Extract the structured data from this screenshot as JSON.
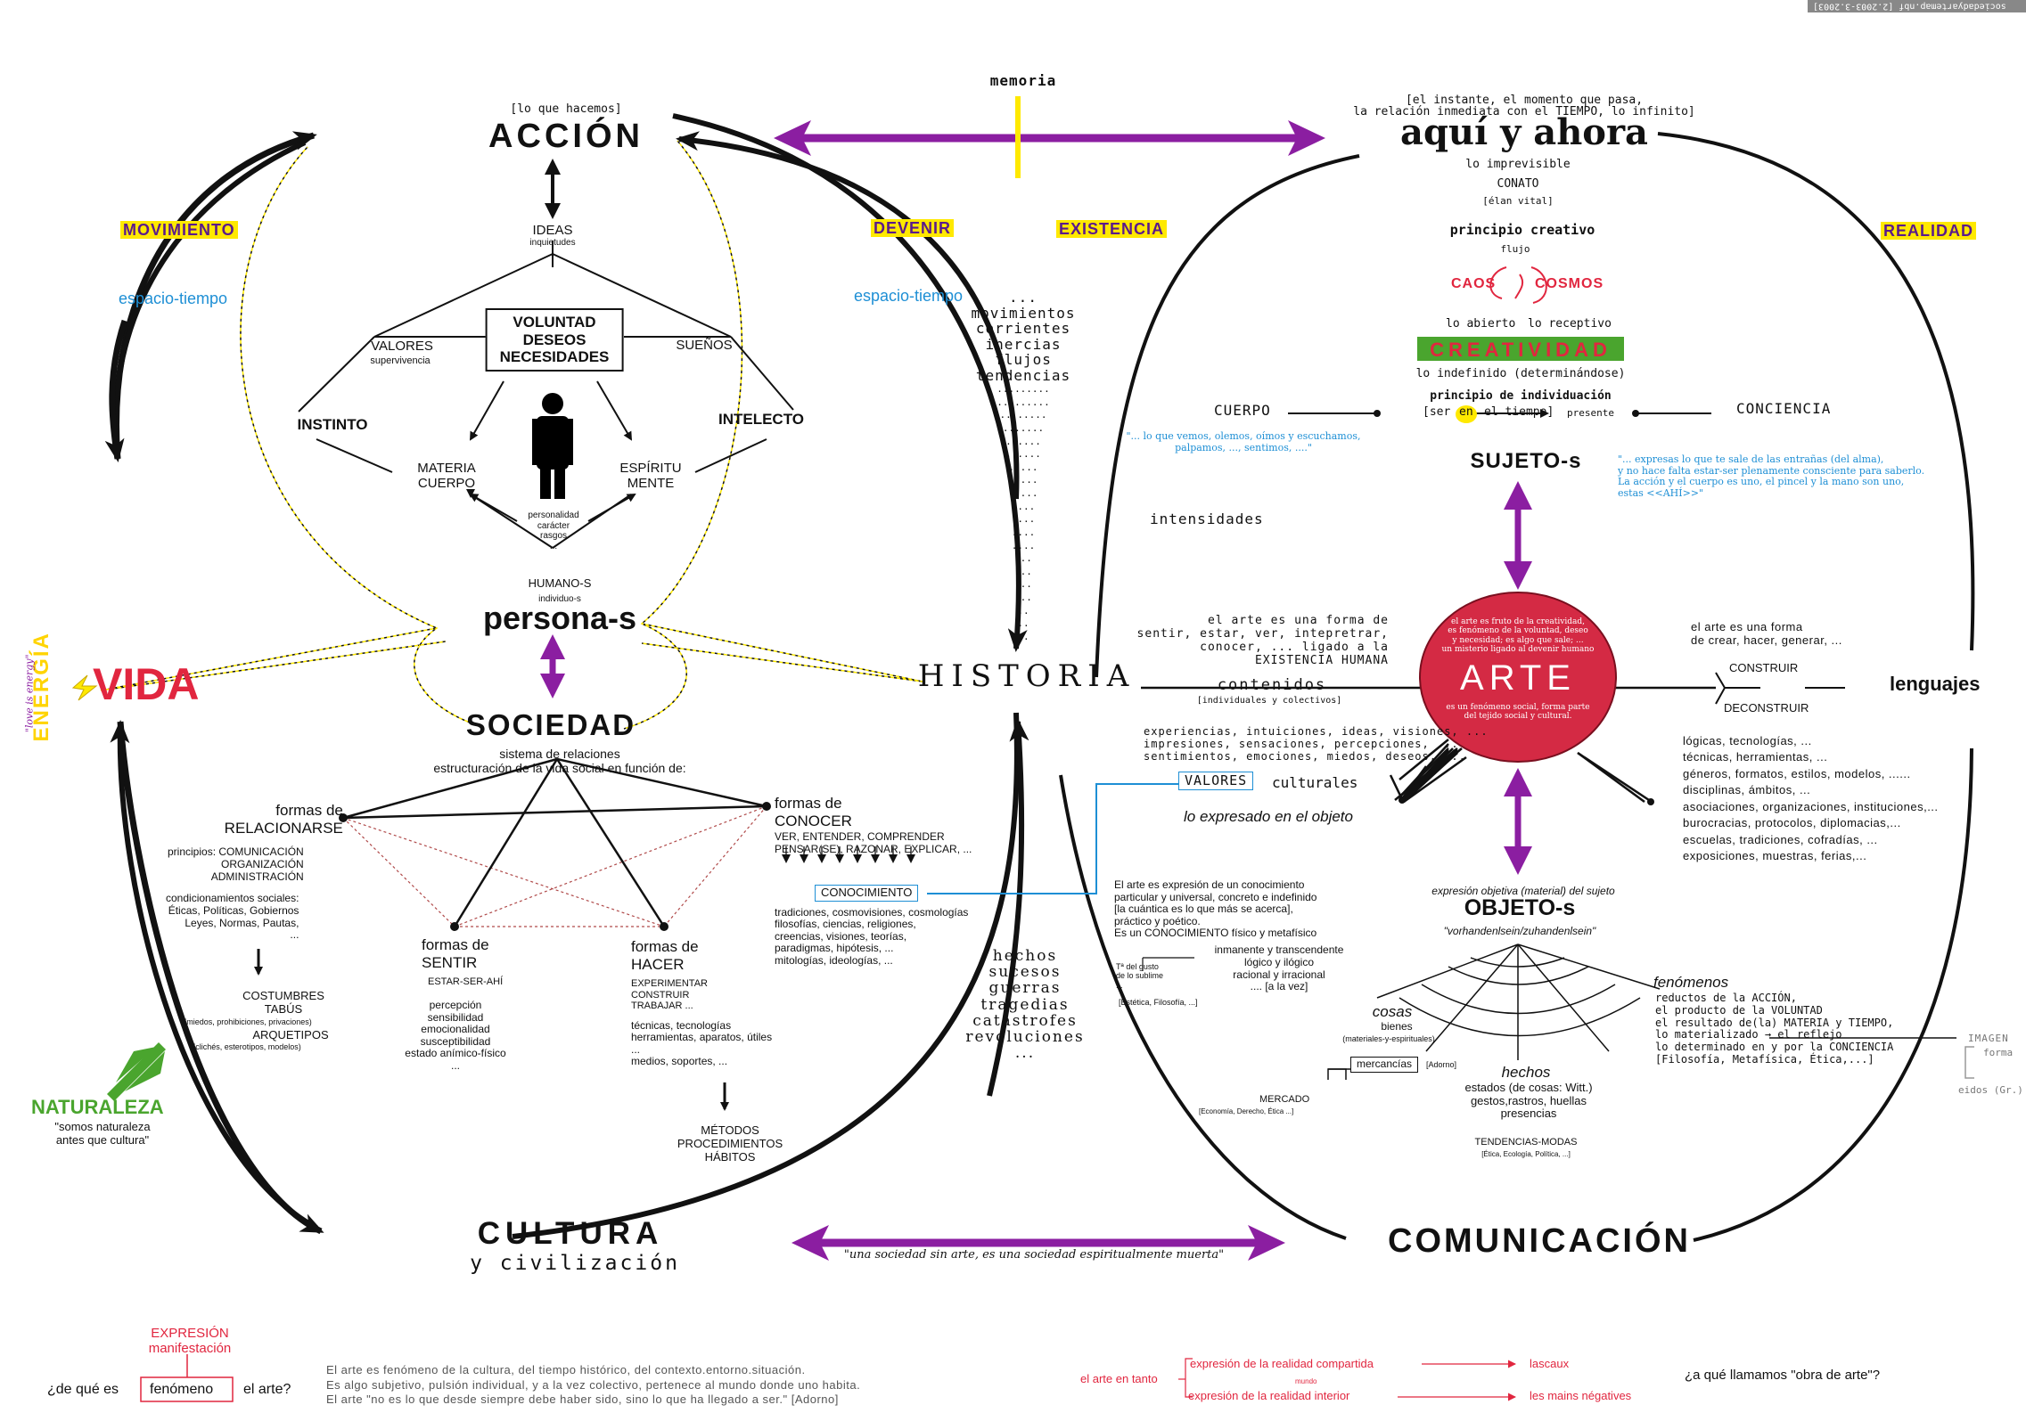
{
  "header": {
    "stamp": "sociedadyartemap.nbf [2.2003-3.2003]"
  },
  "colors": {
    "purple": "#8b1ea1",
    "red": "#e1263f",
    "yellow": "#ffe900",
    "blue": "#1e8fd5",
    "green": "#4aa52e"
  },
  "nodes": {
    "accion": {
      "title": "ACCIÓN",
      "sub": "[lo que hacemos]"
    },
    "aqui": {
      "title": "aquí y ahora",
      "sub1": "[el instante, el momento que pasa,",
      "sub2": "la relación inmediata con el TIEMPO, lo infinito]"
    },
    "memoria": "memoria",
    "vida": "VIDA",
    "energia": "ENERGÍA",
    "love": "\"love is energy\"",
    "historia": "HISTORIA",
    "cultura": {
      "title": "CULTURA",
      "sub": "y civilización"
    },
    "comunicacion": "COMUNICACIÓN",
    "naturaleza": {
      "title": "NATURALEZA",
      "quote": "\"somos naturaleza\nantes que cultura\""
    },
    "sociedad": {
      "title": "SOCIEDAD",
      "sub": "sistema de relaciones\nestructuración de la vida social en función de:"
    },
    "persona": {
      "title": "persona-s",
      "humano": "HUMANO-S",
      "individuo": "individuo-s"
    },
    "arte": {
      "title": "ARTE",
      "text_top": "el arte es fruto de la creatividad,\nes fenómeno de la voluntad, deseo\ny necesidad; es algo que sale; ...\nun misterio ligado al devenir humano",
      "text_bottom": "es un fenómeno social, forma parte\ndel tejido social y cultural."
    }
  },
  "labels": {
    "movimiento": "MOVIMIENTO",
    "devenir": "DEVENIR",
    "existencia": "EXISTENCIA",
    "realidad": "REALIDAD",
    "espacio_tiempo_1": "espacio-tiempo",
    "espacio_tiempo_2": "espacio-tiempo"
  },
  "mind": {
    "ideas": "IDEAS",
    "inquietudes": "inquietudes",
    "voluntad": "VOLUNTAD\nDESEOS\nNECESIDADES",
    "valores": "VALORES",
    "supervivencia": "supervivencia",
    "suenos": "SUEÑOS",
    "instinto": "INSTINTO",
    "intelecto": "INTELECTO",
    "materia": "MATERIA\nCUERPO",
    "espiritu": "ESPÍRITU\nMENTE",
    "personalidad": "personalidad\ncarácter\nrasgos\n..."
  },
  "historia_col": {
    "upper": "...\nmovimientos\ncorrientes\ninercias\nflujos\ntendencias",
    "dots": ".........\n.........\n........\n.......\n......\n......\n.....\n.....\n.....\n....\n....\n....\n....\n...\n...\n...\n...\n..\n..\n..",
    "lower": "hechos\nsucesos\nguerras\ntragedias\ncatástrofes\nrevoluciones\n...",
    "intensidades": "intensidades"
  },
  "social": {
    "relacionarse": "formas de\nRELACIONARSE",
    "principios": "principios: COMUNICACIÓN\nORGANIZACIÓN\nADMINISTRACIÓN",
    "condicionamientos": "condicionamientos sociales:\nÉticas, Políticas, Gobiernos\nLeyes, Normas, Pautas,\n...",
    "costumbres": "COSTUMBRES\nTABÚS",
    "miedos": "(miedos, prohibiciones, privaciones)",
    "arquetipos": "ARQUETIPOS",
    "esterotipos": "(clichés, esterotipos, modelos)",
    "conocer": "formas de\nCONOCER",
    "conocer_verbs": "VER, ENTENDER, COMPRENDER\nPENSAR(SE), RAZONAR, EXPLICAR, ...",
    "conocimiento": "CONOCIMIENTO",
    "tradiciones": "tradiciones, cosmovisiones, cosmologías\nfilosofías, ciencias, religiones,\ncreencias, visiones, teorías,\nparadigmas, hipótesis, ...\nmitologías, ideologías, ...",
    "sentir": "formas de\nSENTIR",
    "estar": "ESTAR-SER-AHÍ",
    "percepcion": "percepción\nsensibilidad\nemocionalidad\nsusceptibilidad\nestado anímico-físico\n...",
    "hacer": "formas de\nHACER",
    "experimentar": "EXPERIMENTAR\nCONSTRUIR\nTRABAJAR ...",
    "tecnicas": "técnicas, tecnologías\nherramientas, aparatos, útiles\n...\nmedios, soportes, ...",
    "metodos": "MÉTODOS\nPROCEDIMIENTOS\nHÁBITOS"
  },
  "right": {
    "imprevisible": "lo imprevisible",
    "conato": "CONATO",
    "elan": "[élan vital]",
    "principio_creativo": "principio creativo",
    "flujo": "flujo",
    "caos": "CAOS",
    "cosmos": "COSMOS",
    "abierto": "lo abierto",
    "receptivo": "lo receptivo",
    "creatividad": "CREATIVIDAD",
    "indefinido": "lo indefinido (determinándose)",
    "individuacion": "principio de individuación",
    "ser_en": "[ser",
    "en": "en",
    "tiempo": "el tiempo]",
    "presente": "presente",
    "cuerpo": "CUERPO",
    "conciencia": "CONCIENCIA",
    "quote_cuerpo": "\"... lo que vemos, olemos, oímos y escuchamos,\npalpamos, ..., sentimos, ....\"",
    "quote_sujeto": "\"... expresas lo que te sale de las entrañas (del alma),\ny no hace falta estar-ser plenamente consciente para saberlo.\nLa acción y el cuerpo es uno, el pincel y la mano son uno,\nestas <<AHÍ>>\"",
    "sujeto": "SUJETO-s",
    "arte_forma_sentir": "el arte es una forma de\nsentir, estar, ver, intepretrar,\nconocer, ... ligado a la\nEXISTENCIA HUMANA",
    "contenidos": "contenidos",
    "individuales": "[individuales y colectivos]",
    "experiencias": "experiencias, intuiciones, ideas, visiones, ...\nimpresiones, sensaciones, percepciones, ...\nsentimientos, emociones, miedos, deseos, ...",
    "valores": "VALORES",
    "culturales": "culturales",
    "expresado": "lo expresado en el objeto",
    "arte_forma_crear": "el arte es una forma\nde crear, hacer, generar, ...",
    "construir": "CONSTRUIR",
    "deconstruir": "DECONSTRUIR",
    "lenguajes": "lenguajes",
    "logicas": "lógicas, tecnologías, ...\ntécnicas, herramientas, ...\ngéneros, formatos, estilos, modelos, ......\ndisciplinas, ámbitos, ...\nasociaciones, organizaciones, instituciones,...\nburocracias, protocolos, diplomacias,...\nescuelas, tradiciones, cofradías, ...\nexposiciones, muestras, ferias,...",
    "expresion_objetiva": "expresión objetiva (material) del sujeto",
    "objeto": "OBJETO-s",
    "vorhanden": "\"vorhandenlsein/zuhandenlsein\"",
    "arte_expresion": "El arte es expresión de un conocimiento\nparticular y universal, concreto e indefinido\n[la cuántica es lo que más se acerca],\npráctico y poético.\nEs un CONOCIMIENTO físico y metafísico",
    "inmanente": "inmanente y transcendente\nlógico y ilógico\nracional y irracional\n.... [a la vez]",
    "gusto": "Tª del gusto\nde lo sublime\n...",
    "estetica": "[Estética, Filosofía, ...]",
    "cosas": "cosas",
    "bienes": "bienes",
    "materiales": "(materiales-y-espirituales)",
    "mercancias": "mercancías",
    "adorno": "[Adorno]",
    "mercado": "MERCADO",
    "economia": "[Economía, Derecho, Ética ...]",
    "hechos": "hechos",
    "estados": "estados (de cosas: Witt.)\ngestos,rastros, huellas\npresencias",
    "tendencias": "TENDENCIAS-MODAS",
    "tendencias_sub": "[Ética, Ecología, Política, ...]",
    "fenomenos": "fenómenos",
    "fenomenos_text": "reductos de la ACCIÓN,\nel producto de la VOLUNTAD\nel resultado de(la) MATERIA y TIEMPO,\nlo materializado → el reflejo\nlo determinado en y por la CONCIENCIA\n[Filosofía, Metafísica, Ética,...]",
    "imagen": "IMAGEN",
    "forma": "forma",
    "eidos": "eidos (Gr.)"
  },
  "bottom": {
    "sin_arte": "\"una sociedad sin arte, es una sociedad espiritualmente muerta\"",
    "expresion": "EXPRESIÓN\nmanifestación",
    "de_que_es": "¿de qué es",
    "fenomeno": "fenómeno",
    "el_arte": "el arte?",
    "explain": "El arte es fenómeno de la cultura, del tiempo histórico, del contexto.entorno.situación.\nEs algo subjetivo, pulsión individual, y a la vez colectivo, pertenece al mundo donde uno habita.\nEl arte \"no es lo que desde siempre debe haber sido, sino lo que ha llegado a ser.\" [Adorno]",
    "arte_en_tanto": "el arte en tanto",
    "compartida": "expresión de la realidad compartida",
    "mundo": "mundo",
    "interior": "expresión de la realidad interior",
    "lascaux": "lascaux",
    "mains": "les mains négatives",
    "obra": "¿a qué llamamos \"obra de arte\"?"
  }
}
